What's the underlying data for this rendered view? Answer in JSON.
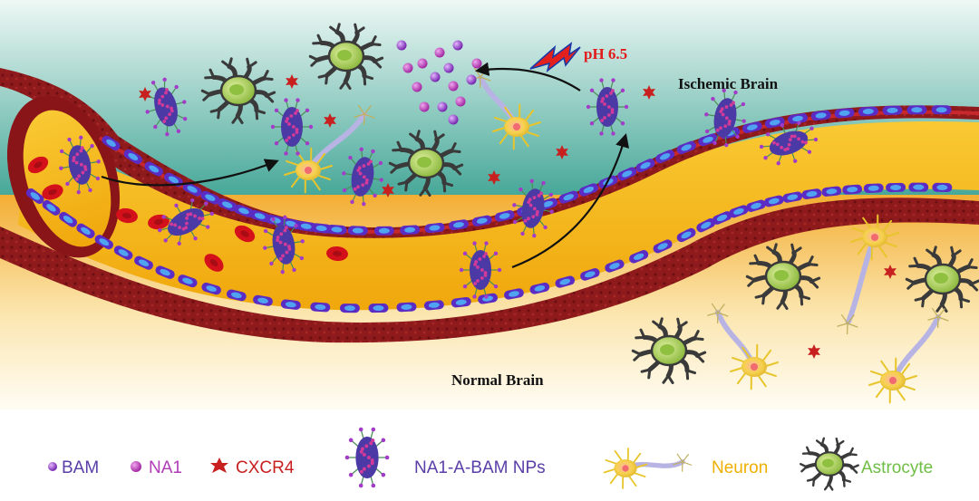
{
  "labels": {
    "ischemic": "Ischemic Brain",
    "normal": "Normal Brain",
    "ph": "pH 6.5"
  },
  "legend": {
    "bam": "BAM",
    "na1": "NA1",
    "cxcr4": "CXCR4",
    "nps": "NA1-A-BAM NPs",
    "neuron": "Neuron",
    "astrocyte": "Astrocyte"
  },
  "colors": {
    "ischemic_top": "#e6f4f1",
    "ischemic_bottom": "#2a9988",
    "normal_top": "#f5b43a",
    "normal_bottom": "#fffbf0",
    "vessel_wall": "#8a1518",
    "vessel_wall_light": "#c0272d",
    "lumen": "#f6bb16",
    "endothelial": "#5b2cc4",
    "endothelial_nucleus": "#4fa3f0",
    "rbc": "#d4101a",
    "np_body": "#4b3aa6",
    "np_bead": "#d23a9a",
    "bam": "#5a2db5",
    "na1": "#a23cc8",
    "cxcr4": "#c81f1f",
    "ph_text": "#e21b1b",
    "astro_body": "#b6d46a",
    "astro_arm": "#3a3a3a",
    "neuron_body": "#f3d24a",
    "neuron_axon": "#b7b4e4",
    "legend_bam": "#5a3ea8",
    "legend_na1": "#b23cb8",
    "legend_cxcr4": "#c81f1f",
    "legend_nps": "#5a3ea8",
    "legend_neuron": "#f0b000",
    "legend_astrocyte": "#6fbe45"
  }
}
